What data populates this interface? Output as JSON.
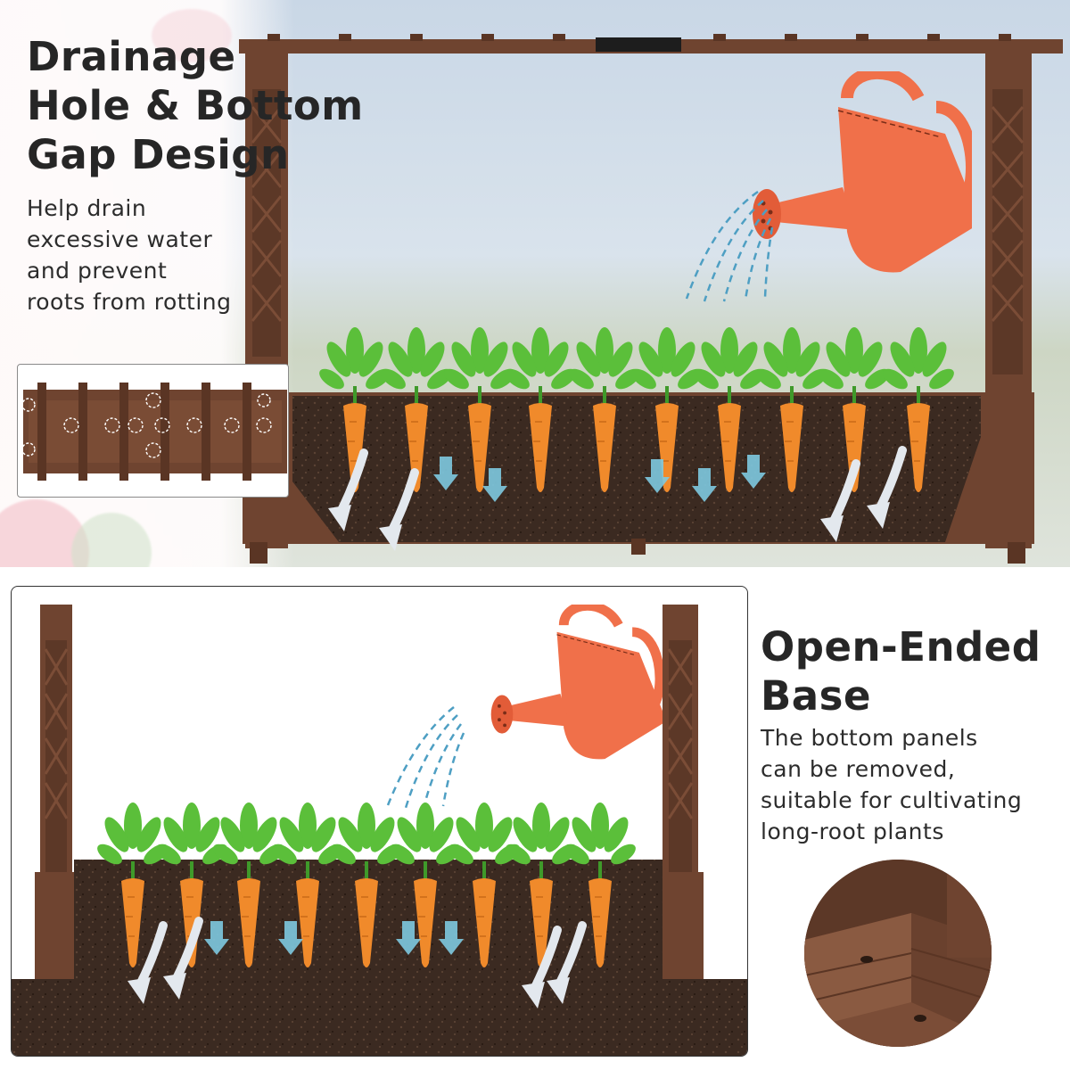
{
  "top_feature": {
    "title_lines": [
      "Drainage",
      "Hole & Bottom",
      "Gap Design"
    ],
    "desc_lines": [
      "Help drain",
      "excessive water",
      "and prevent",
      "roots from rotting"
    ]
  },
  "bottom_feature": {
    "title_lines": [
      "Open-Ended",
      "Base"
    ],
    "desc_lines": [
      "The bottom panels",
      "can be removed,",
      "suitable for cultivating",
      "long-root plants"
    ]
  },
  "colors": {
    "wood": "#6f4430",
    "wood_dark": "#4f2f20",
    "soil": "#3a2a22",
    "carrot": "#f08a2b",
    "leaf": "#5bbf3a",
    "watering_can": "#f0704a",
    "water_drop": "#5aa9c9",
    "arrow": "#d9dfe6"
  },
  "icons": [
    "watering-can-icon",
    "water-drops-icon",
    "carrot-icon",
    "drain-arrow-icon",
    "planter-icon",
    "drainage-hole-icon"
  ]
}
